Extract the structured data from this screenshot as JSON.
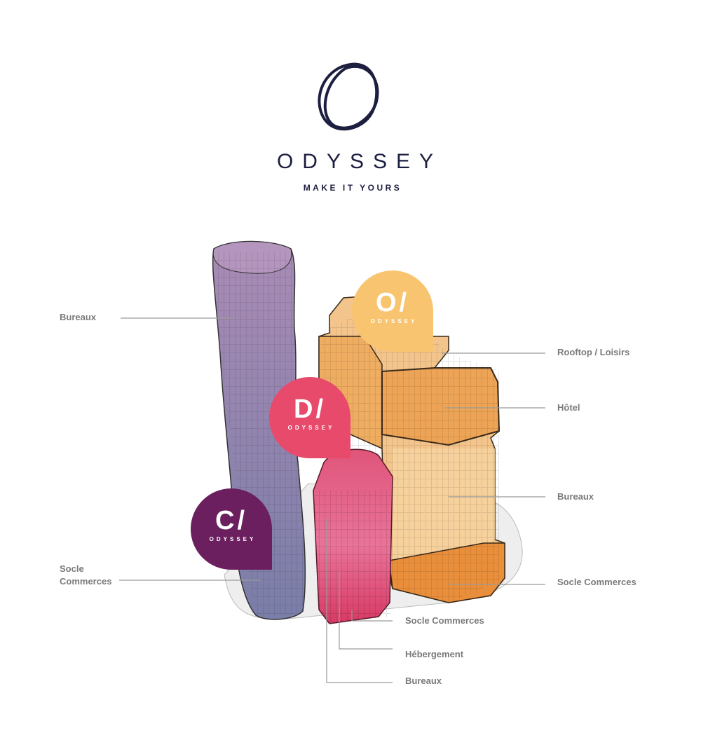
{
  "brand": {
    "name": "ODYSSEY",
    "tagline": "MAKE IT YOURS",
    "color": "#1c1f3f"
  },
  "badges": [
    {
      "letter": "O/",
      "sub": "ODYSSEY",
      "color": "#f9c46f"
    },
    {
      "letter": "D/",
      "sub": "ODYSSEY",
      "color": "#e84a6c"
    },
    {
      "letter": "C/",
      "sub": "ODYSSEY",
      "color": "#6b1f5e"
    }
  ],
  "labels": {
    "c_bureaux": "Bureaux",
    "c_socle_1": "Socle",
    "c_socle_2": "Commerces",
    "o_rooftop": "Rooftop / Loisirs",
    "o_hotel": "Hôtel",
    "o_bureaux": "Bureaux",
    "o_socle": "Socle Commerces",
    "d_socle": "Socle Commerces",
    "d_hebergement": "Hébergement",
    "d_bureaux": "Bureaux"
  }
}
